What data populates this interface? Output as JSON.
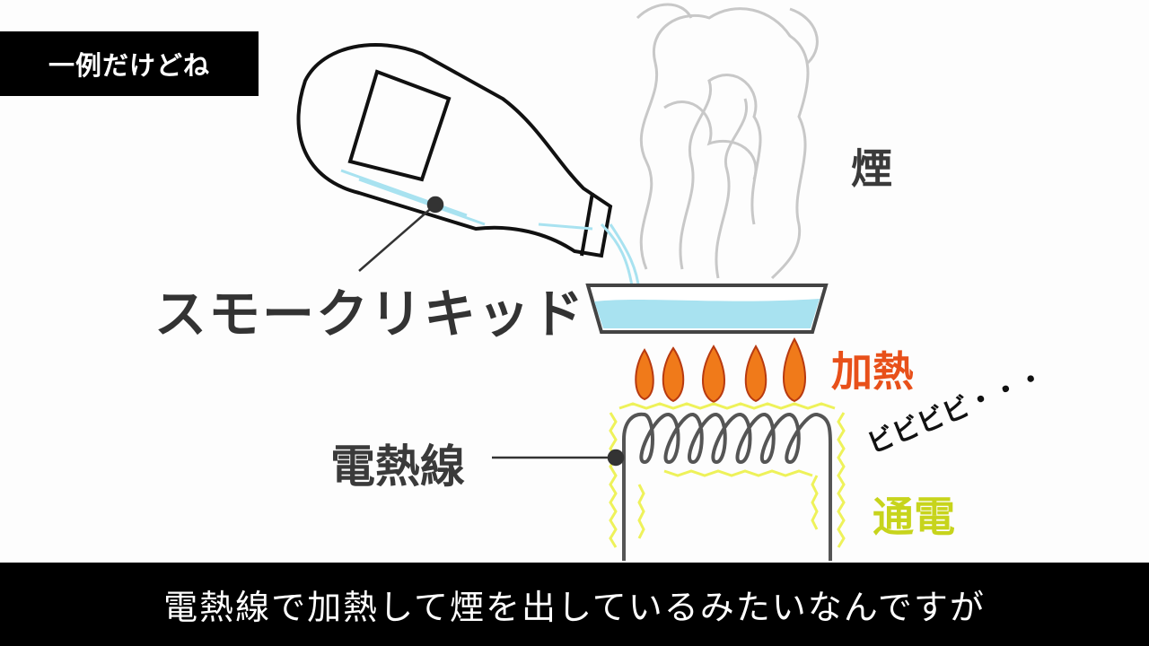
{
  "badge": "一例だけどね",
  "labels": {
    "smoke": "煙",
    "smoke_liquid": "スモークリキッド",
    "heating": "加熱",
    "heating_wire": "電熱線",
    "buzz": "ビビビビ・・・",
    "current": "通電"
  },
  "caption": "電熱線で加熱して煙を出しているみたいなんですが",
  "colors": {
    "heating": "#e8501a",
    "current": "#c7d41c",
    "water": "#a8e2f0",
    "flame": "#f07a1a"
  }
}
